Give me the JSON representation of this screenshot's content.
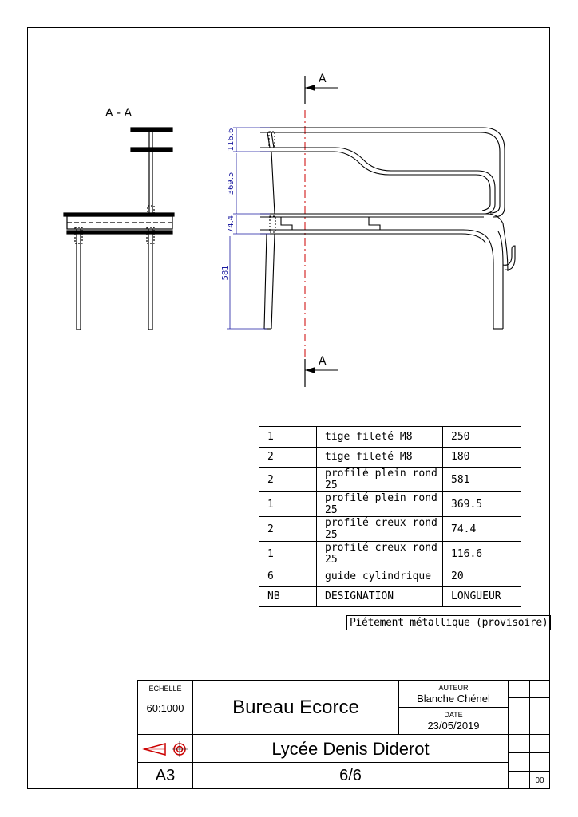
{
  "section": {
    "view_label": "A - A",
    "cut_label_top": "A",
    "cut_label_bottom": "A"
  },
  "dimensions": [
    "116.6",
    "369.5",
    "74.4",
    "581"
  ],
  "bom": {
    "rows": [
      {
        "nb": "1",
        "designation": "tige fileté M8",
        "longueur": "250"
      },
      {
        "nb": "2",
        "designation": "tige fileté M8",
        "longueur": "180"
      },
      {
        "nb": "2",
        "designation": "profilé plein rond 25",
        "longueur": "581"
      },
      {
        "nb": "1",
        "designation": "profilé plein rond 25",
        "longueur": "369.5"
      },
      {
        "nb": "2",
        "designation": "profilé creux rond 25",
        "longueur": "74.4"
      },
      {
        "nb": "1",
        "designation": "profilé creux rond 25",
        "longueur": "116.6"
      },
      {
        "nb": "6",
        "designation": "guide cylindrique",
        "longueur": "20"
      }
    ],
    "header": {
      "nb": "NB",
      "designation": "DESIGNATION",
      "longueur": "LONGUEUR"
    }
  },
  "subtitle": "Piétement métallique (provisoire)",
  "title_block": {
    "echelle_label": "ÉCHELLE",
    "echelle_value": "60:1000",
    "title": "Bureau Ecorce",
    "auteur_label": "AUTEUR",
    "auteur_value": "Blanche Chénel",
    "date_label": "DATE",
    "date_value": "23/05/2019",
    "school": "Lycée Denis Diderot",
    "format": "A3",
    "sheet": "6/6",
    "revision": "00"
  }
}
